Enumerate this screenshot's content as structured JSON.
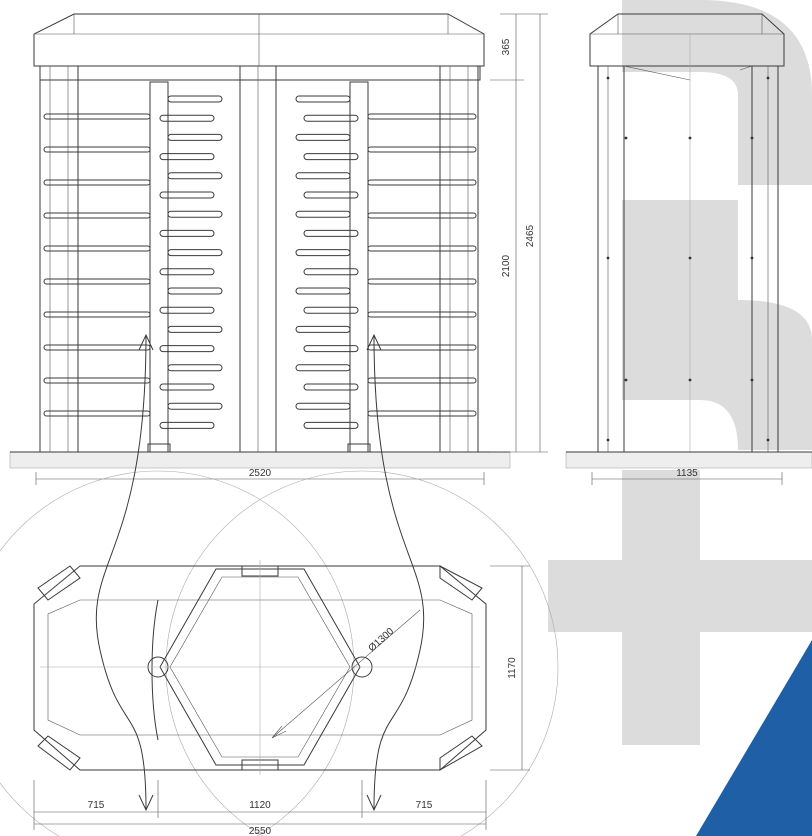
{
  "brand": {
    "watermark_letters": "tun",
    "watermark_color": "#dcdcdc",
    "corner_color": "#1f5fa6",
    "line_color": "#3a3a3a"
  },
  "front_view": {
    "dim_width": "2520",
    "dim_total_height": "2465",
    "dim_passage_height": "2100",
    "dim_roof_height": "365"
  },
  "side_view": {
    "dim_width": "1135"
  },
  "plan_view": {
    "dim_total_width": "2550",
    "dim_left": "715",
    "dim_center": "1120",
    "dim_right": "715",
    "dim_depth": "1170",
    "dim_rotor_diameter": "Ø1300"
  }
}
